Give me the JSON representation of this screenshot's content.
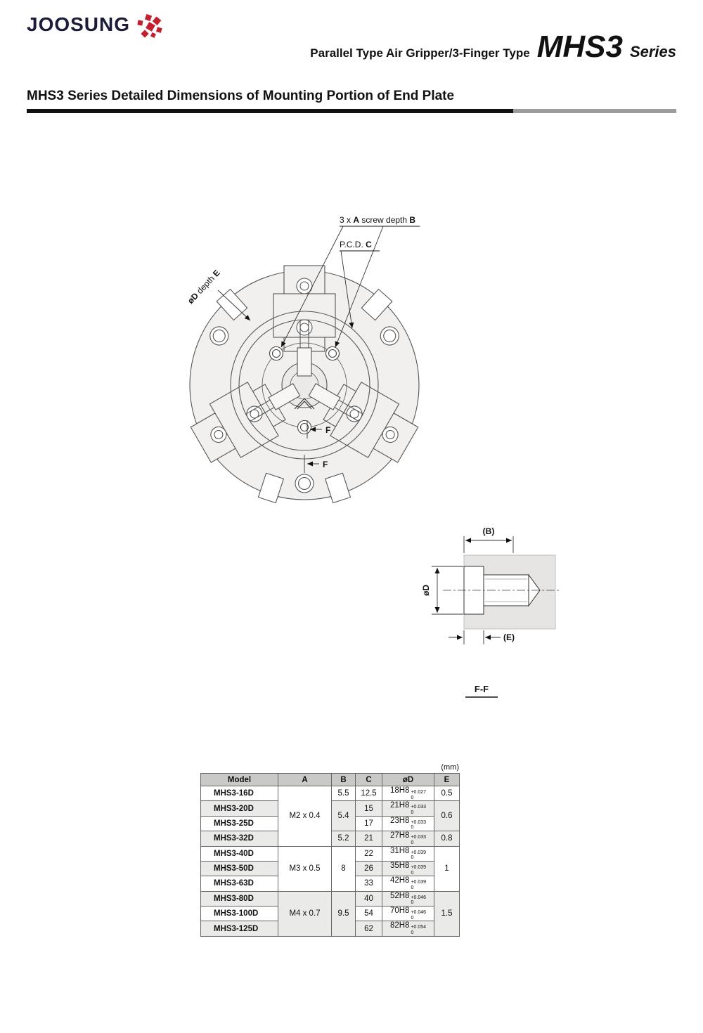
{
  "header": {
    "logo": "JOOSUNG",
    "doc_type": "Parallel Type Air Gripper/3-Finger Type",
    "series_name": "MHS3",
    "series_word": "Series"
  },
  "section_title": "MHS3 Series Detailed Dimensions of Mounting Portion of End Plate",
  "top_drawing": {
    "screw_label": {
      "t1": "3 x ",
      "t2": "A",
      "t3": " screw depth ",
      "t4": "B"
    },
    "pcd_label": {
      "t1": "P.C.D. ",
      "t2": "C"
    },
    "depth_label": {
      "t1": "øD",
      "t2": " depth ",
      "t3": "E"
    },
    "f_label_1": "F",
    "f_label_2": "F"
  },
  "section_view": {
    "b_label": "(B)",
    "d_label": "øD",
    "e_label": "(E)",
    "title": "F-F"
  },
  "table": {
    "unit": "(mm)",
    "headers": [
      "Model",
      "A",
      "B",
      "C",
      "øD",
      "E"
    ],
    "rows": [
      {
        "model": "MHS3-16D",
        "a": "M2 x 0.4",
        "b": "5.5",
        "c": "12.5",
        "d": "18H8",
        "d_sup": "+0.027",
        "d_sub": "0",
        "e": "0.5"
      },
      {
        "model": "MHS3-20D",
        "b": "5.4",
        "c": "15",
        "d": "21H8",
        "d_sup": "+0.033",
        "d_sub": "0",
        "e": "0.6"
      },
      {
        "model": "MHS3-25D",
        "c": "17",
        "d": "23H8",
        "d_sup": "+0.033",
        "d_sub": "0"
      },
      {
        "model": "MHS3-32D",
        "b": "5.2",
        "c": "21",
        "d": "27H8",
        "d_sup": "+0.033",
        "d_sub": "0",
        "e": "0.8"
      },
      {
        "model": "MHS3-40D",
        "a": "M3 x 0.5",
        "b": "8",
        "c": "22",
        "d": "31H8",
        "d_sup": "+0.039",
        "d_sub": "0",
        "e": "1"
      },
      {
        "model": "MHS3-50D",
        "c": "26",
        "d": "35H8",
        "d_sup": "+0.039",
        "d_sub": "0"
      },
      {
        "model": "MHS3-63D",
        "c": "33",
        "d": "42H8",
        "d_sup": "+0.039",
        "d_sub": "0"
      },
      {
        "model": "MHS3-80D",
        "a": "M4 x 0.7",
        "b": "9.5",
        "c": "40",
        "d": "52H8",
        "d_sup": "+0.046",
        "d_sub": "0",
        "e": "1.5"
      },
      {
        "model": "MHS3-100D",
        "c": "54",
        "d": "70H8",
        "d_sup": "+0.046",
        "d_sub": "0"
      },
      {
        "model": "MHS3-125D",
        "c": "62",
        "d": "82H8",
        "d_sup": "+0.054",
        "d_sub": "0"
      }
    ]
  }
}
